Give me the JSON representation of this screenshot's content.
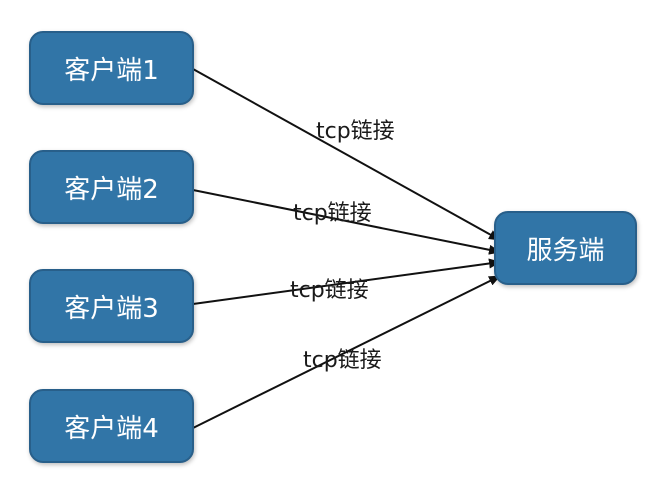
{
  "colors": {
    "node_fill": "#3175a7",
    "node_border": "#285f8a",
    "node_text": "#ffffff",
    "edge": "#111111",
    "label_text": "#1a1a1a"
  },
  "diagram": {
    "clients": [
      {
        "id": "client-1",
        "label": "客户端1"
      },
      {
        "id": "client-2",
        "label": "客户端2"
      },
      {
        "id": "client-3",
        "label": "客户端3"
      },
      {
        "id": "client-4",
        "label": "客户端4"
      }
    ],
    "server": {
      "id": "server",
      "label": "服务端"
    },
    "edges": [
      {
        "from": "client-1",
        "to": "server",
        "label": "tcp链接"
      },
      {
        "from": "client-2",
        "to": "server",
        "label": "tcp链接"
      },
      {
        "from": "client-3",
        "to": "server",
        "label": "tcp链接"
      },
      {
        "from": "client-4",
        "to": "server",
        "label": "tcp链接"
      }
    ]
  }
}
